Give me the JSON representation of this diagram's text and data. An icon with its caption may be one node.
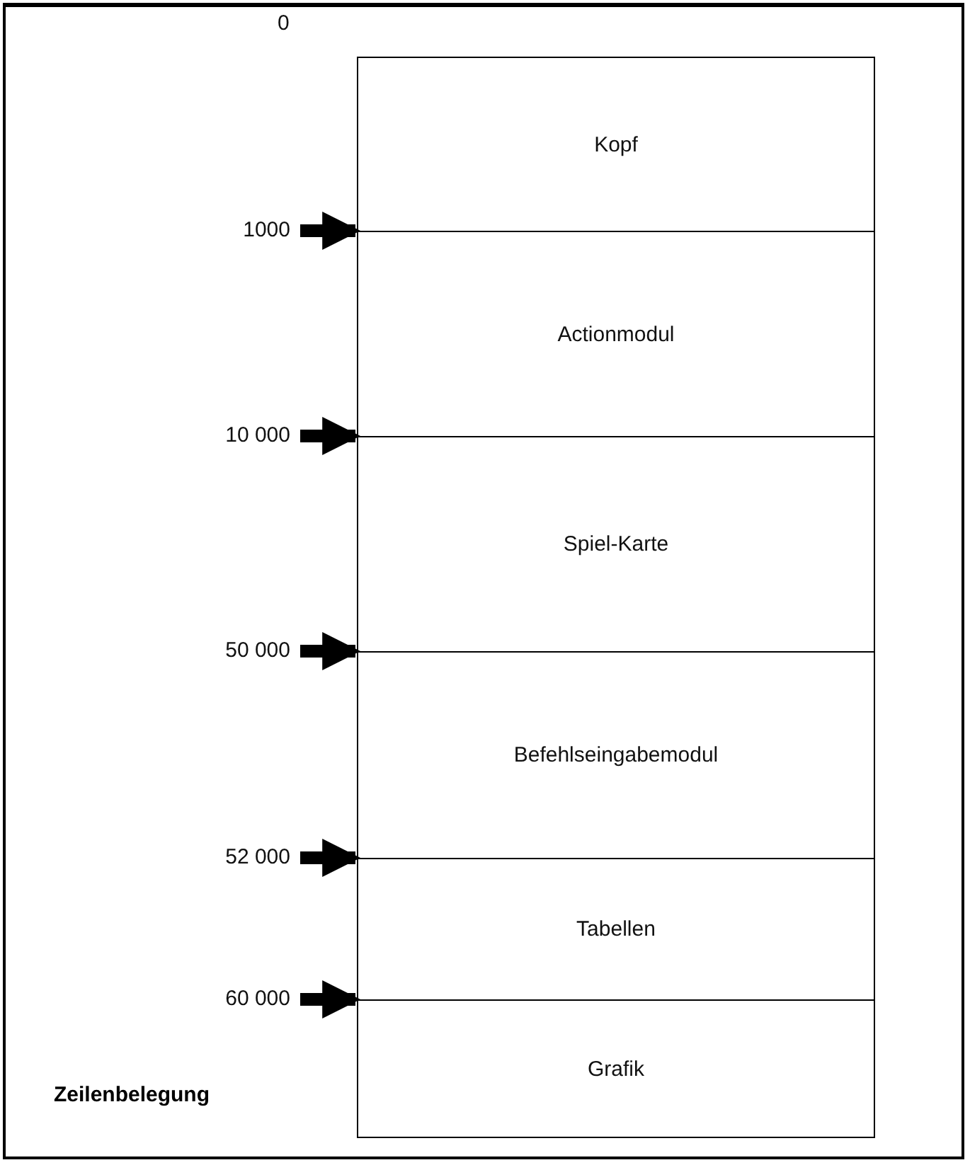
{
  "diagram": {
    "caption": "Zeilenbelegung",
    "nodes": [
      {
        "text": [
          "Kopf"
        ]
      },
      {
        "text": [
          "Actionmodul"
        ]
      },
      {
        "text": [
          "Spiel-Karte"
        ]
      },
      {
        "text": [
          "Befehlseingabemodul"
        ]
      },
      {
        "text": [
          "Tabellen"
        ]
      },
      {
        "text": [
          "Grafik"
        ]
      },
      {
        "text": [
          "1000"
        ]
      },
      {
        "text": [
          "10 000"
        ]
      },
      {
        "text": [
          "50 000"
        ]
      },
      {
        "text": [
          "52 000"
        ]
      },
      {
        "text": [
          "60 000"
        ]
      }
    ],
    "edges": [
      {
        "from": 6,
        "to": null,
        "arrow": "to"
      },
      {
        "from": 7,
        "to": null,
        "arrow": "to"
      },
      {
        "from": 8,
        "to": null,
        "arrow": "to"
      },
      {
        "from": 9,
        "to": null,
        "arrow": "to"
      },
      {
        "from": 10,
        "to": null,
        "arrow": "to"
      }
    ],
    "labels": [
      "0"
    ]
  }
}
